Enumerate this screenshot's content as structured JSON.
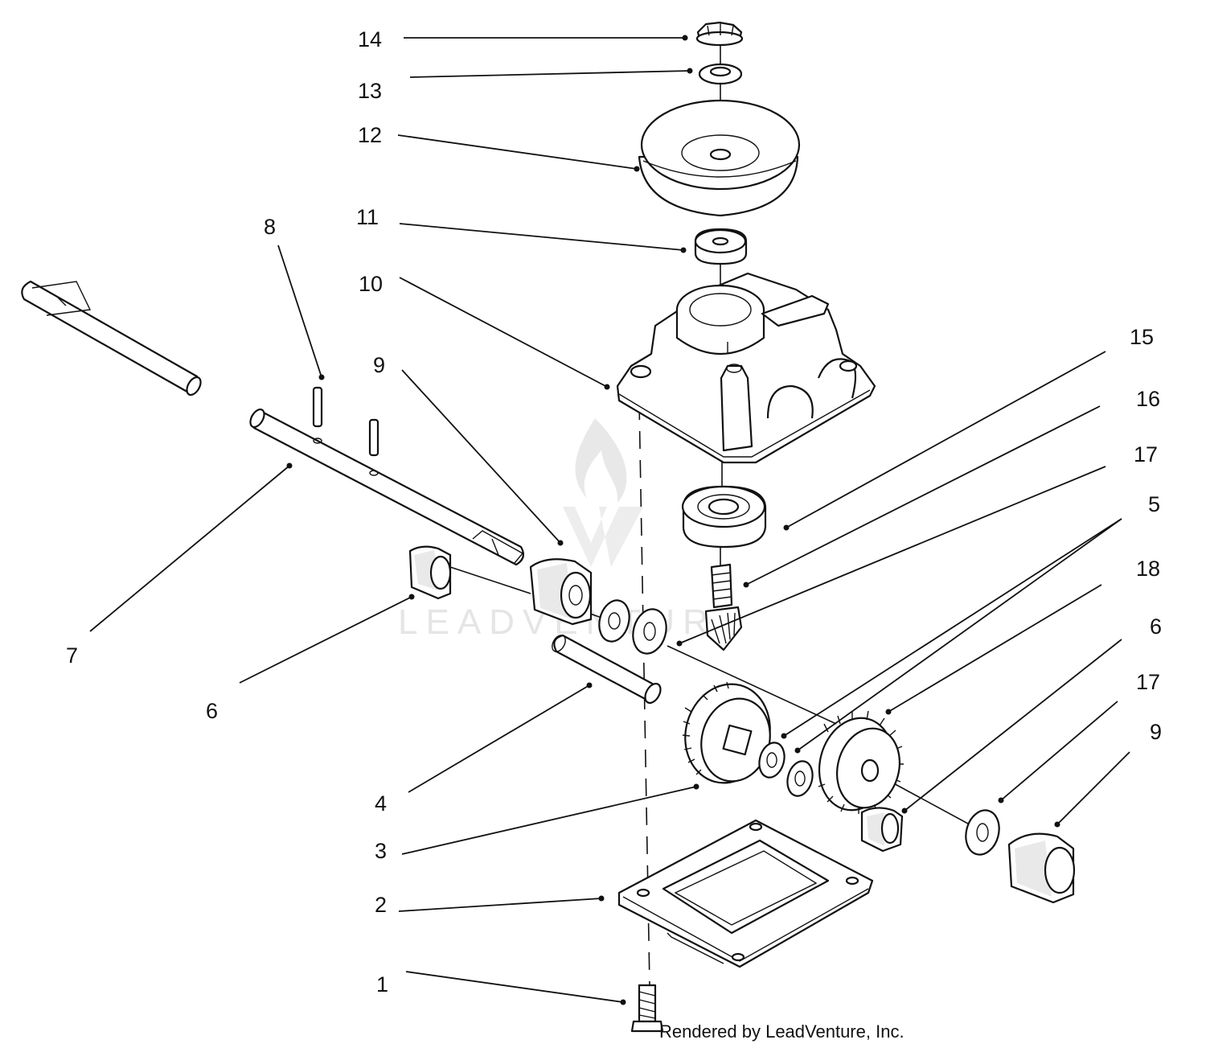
{
  "callouts": [
    {
      "label": "14",
      "part": "flange-nut"
    },
    {
      "label": "13",
      "part": "washer"
    },
    {
      "label": "12",
      "part": "pulley"
    },
    {
      "label": "11",
      "part": "bushing"
    },
    {
      "label": "10",
      "part": "gear-case-housing"
    },
    {
      "label": "15",
      "part": "ball-bearing"
    },
    {
      "label": "16",
      "part": "pinion-gear"
    },
    {
      "label": "17",
      "part": "thrust-washer"
    },
    {
      "label": "5",
      "part": "washer"
    },
    {
      "label": "18",
      "part": "gear"
    },
    {
      "label": "6",
      "part": "bushing"
    },
    {
      "label": "17",
      "part": "thrust-washer"
    },
    {
      "label": "9",
      "part": "bushing"
    },
    {
      "label": "9",
      "part": "bushing"
    },
    {
      "label": "8",
      "part": "roll-pin"
    },
    {
      "label": "7",
      "part": "axle-shaft"
    },
    {
      "label": "6",
      "part": "bushing"
    },
    {
      "label": "4",
      "part": "shaft"
    },
    {
      "label": "3",
      "part": "gear"
    },
    {
      "label": "2",
      "part": "cover-gasket"
    },
    {
      "label": "1",
      "part": "screw"
    }
  ],
  "watermark": {
    "text": "LEADVENTURE"
  },
  "credit": "Rendered by LeadVenture, Inc."
}
